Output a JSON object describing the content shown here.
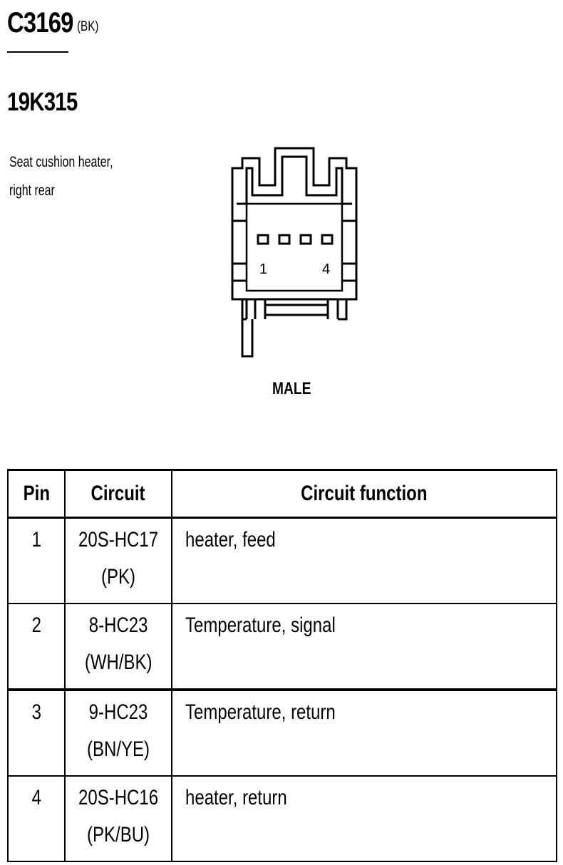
{
  "header": {
    "connector_id": "C3169",
    "connector_color": "(BK)",
    "part_number": "19K315",
    "description_lines": [
      "Seat cushion heater,",
      "right rear"
    ]
  },
  "connector": {
    "gender": "MALE",
    "pin_labels": [
      "1",
      "4"
    ],
    "pin_count": 4
  },
  "table": {
    "headers": [
      "Pin",
      "Circuit",
      "Circuit function"
    ],
    "rows": [
      {
        "pin": "1",
        "circuit": "20S-HC17",
        "color": "(PK)",
        "function": "heater, feed"
      },
      {
        "pin": "2",
        "circuit": "8-HC23",
        "color": "(WH/BK)",
        "function": "Temperature, signal"
      },
      {
        "pin": "3",
        "circuit": "9-HC23",
        "color": "(BN/YE)",
        "function": "Temperature, return"
      },
      {
        "pin": "4",
        "circuit": "20S-HC16",
        "color": "(PK/BU)",
        "function": "heater, return"
      }
    ]
  }
}
